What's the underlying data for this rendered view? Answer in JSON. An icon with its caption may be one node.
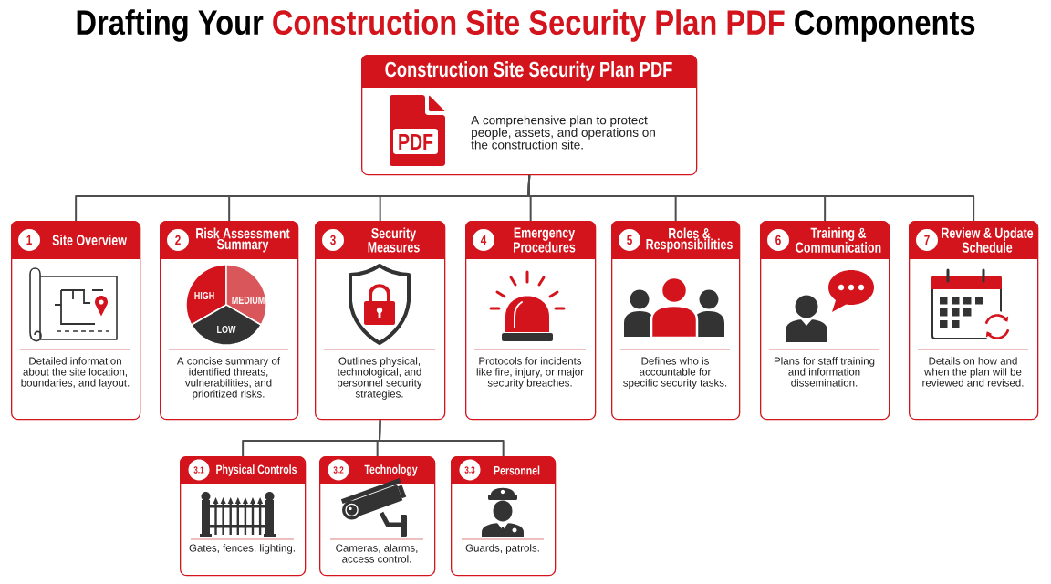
{
  "diagram": {
    "title": "Drafting Your **Construction Site Security Plan PDF** Components",
    "nodes": [
      {
        "text": [
          "Construction Site Security Plan PDF",
          "A comprehensive plan to protect people, assets, and operations on the construction site."
        ]
      },
      {
        "text": [
          "Site Overview",
          "Detailed information about the site location, boundaries, and layout."
        ]
      },
      {
        "text": [
          "1"
        ],
        "in": 1
      },
      {
        "text": [
          "Risk Assessment Summary",
          "A concise summary of identified threats, vulnerabilities, and prioritized risks."
        ]
      },
      {
        "text": [
          "2"
        ],
        "in": 3
      },
      {
        "text": [
          "Security Measures",
          "Outlines physical, technological, and personnel security strategies."
        ]
      },
      {
        "text": [
          "3"
        ],
        "in": 5
      },
      {
        "text": [
          "Emergency Procedures",
          "Protocols for incidents like fire, injury, or major security breaches."
        ]
      },
      {
        "text": [
          "4"
        ],
        "in": 7
      },
      {
        "text": [
          "Roles & Responsibilities",
          "Defines who is accountable for specific security tasks."
        ]
      },
      {
        "text": [
          "5"
        ],
        "in": 9
      },
      {
        "text": [
          "Training & Communication",
          "Plans for staff training and information dissemination."
        ]
      },
      {
        "text": [
          "6"
        ],
        "in": 11
      },
      {
        "text": [
          "Review & Update Schedule",
          "Details on how and when the plan will be reviewed and revised."
        ]
      },
      {
        "text": [
          "7"
        ],
        "in": 13
      },
      {
        "text": [
          "Physical Controls",
          "Gates, fences, lighting."
        ]
      },
      {
        "text": [
          "3.1"
        ],
        "in": 15
      },
      {
        "text": [
          "Technology",
          "Cameras, alarms, access control."
        ]
      },
      {
        "text": [
          "3.2"
        ],
        "in": 17
      },
      {
        "text": [
          "Personnel",
          "Guards, patrols."
        ]
      },
      {
        "text": [
          "3.3"
        ],
        "in": 19
      }
    ],
    "edges": [
      {
        "from": 0,
        "to": 1,
        "arrow": "none"
      },
      {
        "from": 0,
        "to": 3,
        "arrow": "none"
      },
      {
        "from": 0,
        "to": 5,
        "arrow": "none"
      },
      {
        "from": 0,
        "to": 7,
        "arrow": "none"
      },
      {
        "from": 0,
        "to": 9,
        "arrow": "none"
      },
      {
        "from": 0,
        "to": 11,
        "arrow": "none"
      },
      {
        "from": 0,
        "to": 13,
        "arrow": "none"
      },
      {
        "from": 5,
        "to": 15,
        "arrow": "none"
      },
      {
        "from": 5,
        "to": 17,
        "arrow": "none"
      },
      {
        "from": 5,
        "to": 19,
        "arrow": "none"
      }
    ],
    "labels": [
      "PDF",
      "HIGH",
      "MEDIUM",
      "LOW"
    ]
  }
}
